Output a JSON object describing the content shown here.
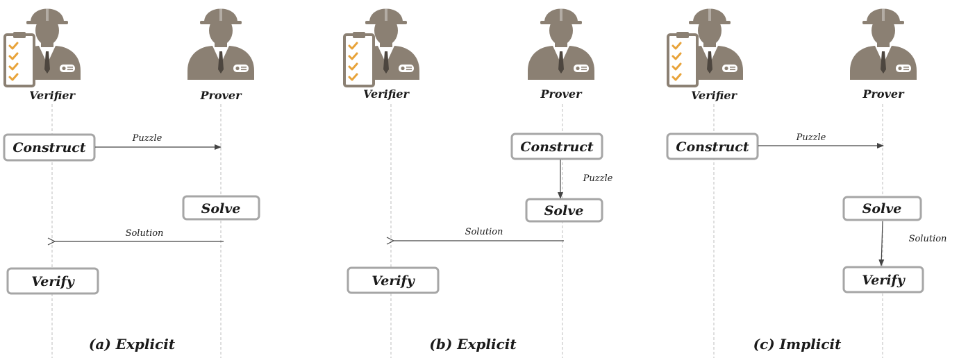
{
  "colors": {
    "person": "#8b8073",
    "box_stroke": "#a6a6a6",
    "lifeline": "#bdbdbd",
    "arrow": "#444444",
    "check": "#e8a33a"
  },
  "panels": [
    {
      "caption": "(a) Explicit",
      "actors": {
        "verifier": "Verifier",
        "prover": "Prover"
      },
      "steps": {
        "construct": "Construct",
        "solve": "Solve",
        "verify": "Verify"
      },
      "messages": {
        "puzzle": "Puzzle",
        "solution": "Solution"
      }
    },
    {
      "caption": "(b) Explicit",
      "actors": {
        "verifier": "Verifier",
        "prover": "Prover"
      },
      "steps": {
        "construct": "Construct",
        "solve": "Solve",
        "verify": "Verify"
      },
      "messages": {
        "puzzle": "Puzzle",
        "solution": "Solution"
      }
    },
    {
      "caption": "(c) Implicit",
      "actors": {
        "verifier": "Verifier",
        "prover": "Prover"
      },
      "steps": {
        "construct": "Construct",
        "solve": "Solve",
        "verify": "Verify"
      },
      "messages": {
        "puzzle": "Puzzle",
        "solution": "Solution"
      }
    }
  ]
}
